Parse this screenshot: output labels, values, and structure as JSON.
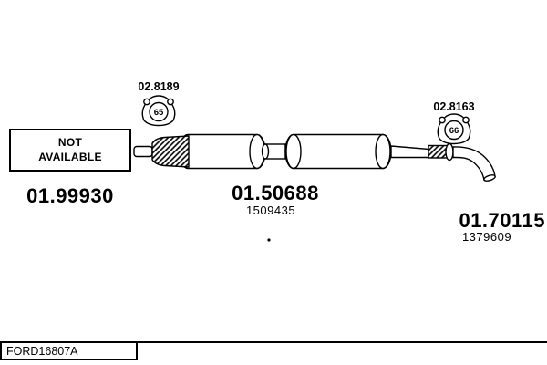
{
  "page": {
    "footer_code": "FORD16807A",
    "background_color": "#ffffff",
    "line_color": "#000000"
  },
  "parts": {
    "left": {
      "number": "01.99930",
      "availability_line1": "NOT",
      "availability_line2": "AVAILABLE"
    },
    "middle": {
      "number": "01.50688",
      "ref": "1509435"
    },
    "right": {
      "number": "01.70115",
      "ref": "1379609"
    }
  },
  "gaskets": {
    "left": {
      "label": "02.8189",
      "num": "65"
    },
    "right": {
      "label": "02.8163",
      "num": "66"
    }
  }
}
